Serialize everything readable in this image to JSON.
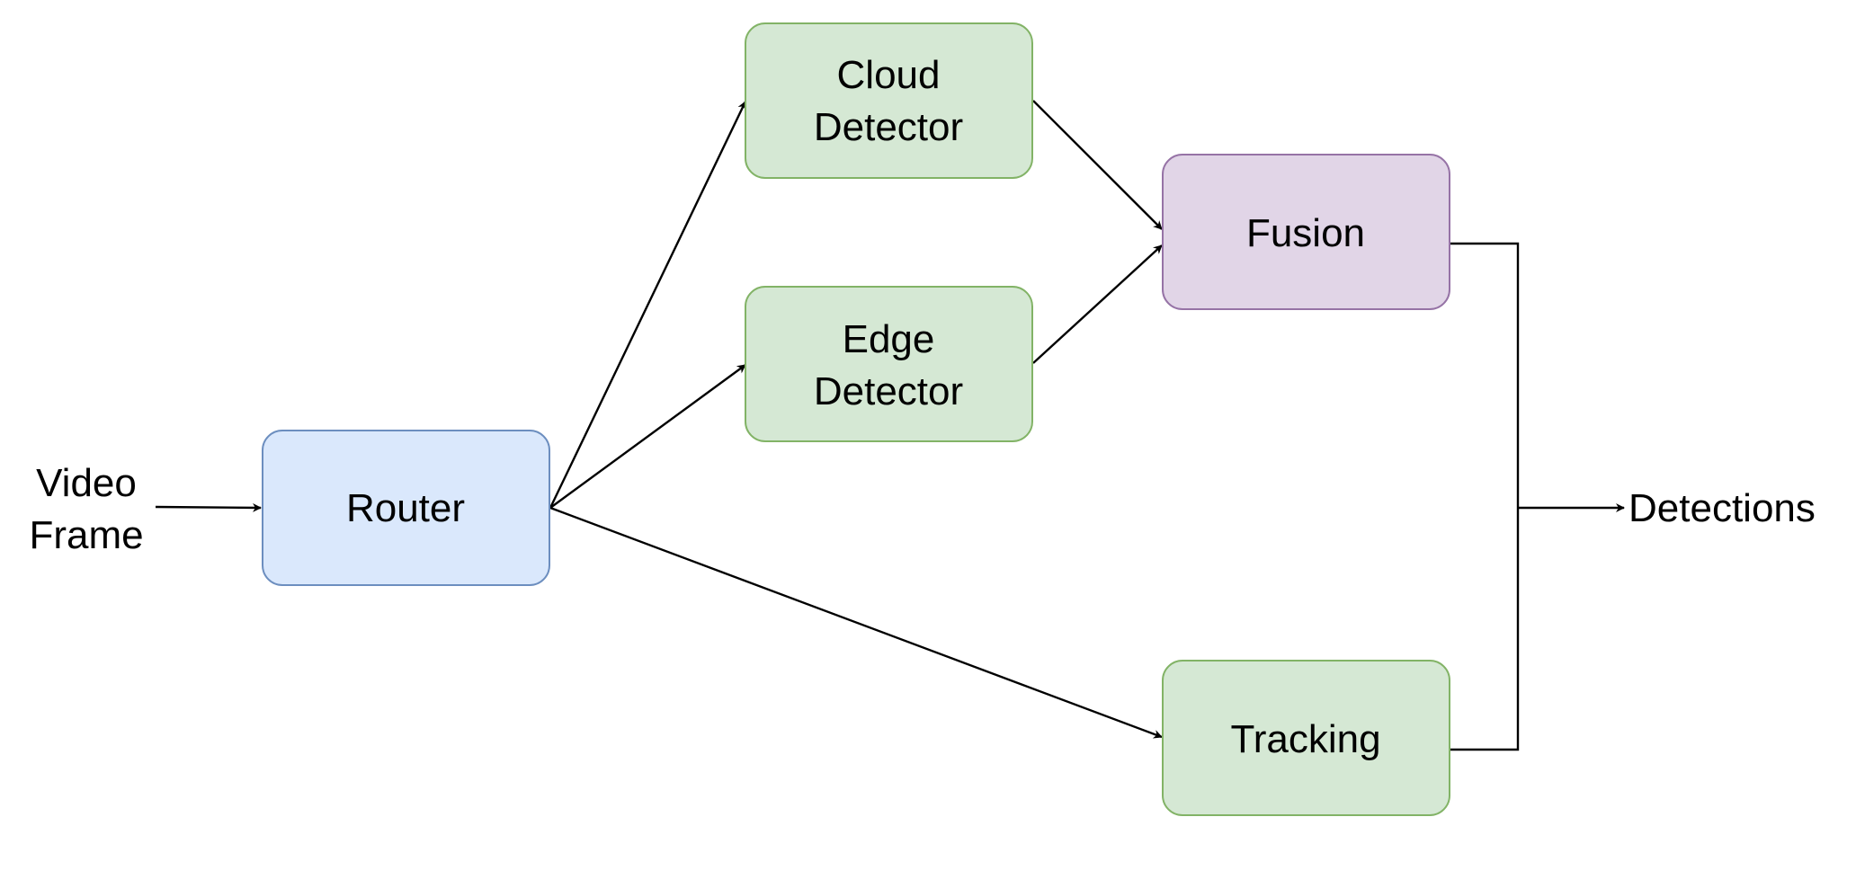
{
  "colors": {
    "router_fill": "#dae8fc",
    "router_stroke": "#6c8ebf",
    "green_fill": "#d5e8d4",
    "green_stroke": "#82b366",
    "purple_fill": "#e1d5e7",
    "purple_stroke": "#9673a6",
    "edge": "#000000"
  },
  "input": {
    "line1": "Video",
    "line2": "Frame"
  },
  "output": {
    "label": "Detections"
  },
  "nodes": {
    "router": {
      "label": "Router"
    },
    "cloud_detector": {
      "line1": "Cloud",
      "line2": "Detector"
    },
    "edge_detector": {
      "line1": "Edge",
      "line2": "Detector"
    },
    "fusion": {
      "label": "Fusion"
    },
    "tracking": {
      "label": "Tracking"
    }
  }
}
